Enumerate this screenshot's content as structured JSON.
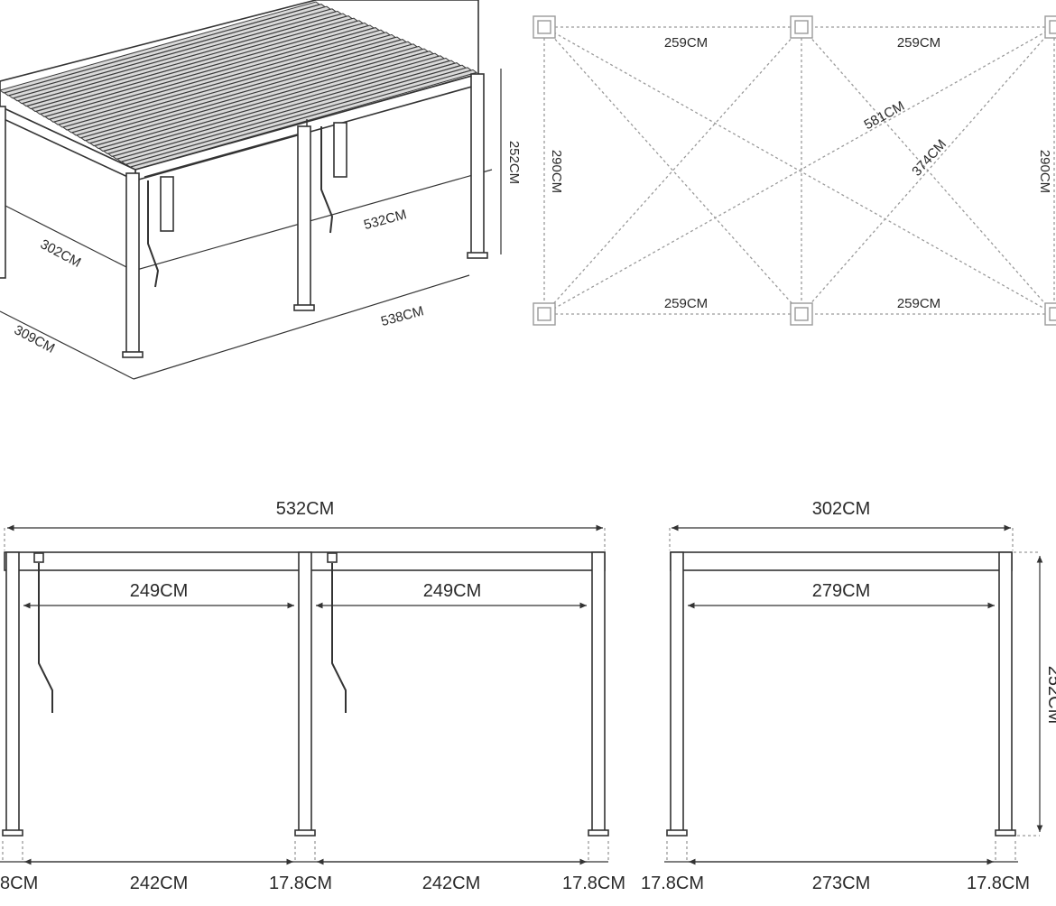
{
  "iso_view": {
    "height": "252CM",
    "inner_length": "532CM",
    "inner_width": "302CM",
    "outer_length": "538CM",
    "outer_width": "309CM"
  },
  "plan_view": {
    "top_left_span": "259CM",
    "top_right_span": "259CM",
    "bottom_left_span": "259CM",
    "bottom_right_span": "259CM",
    "left_depth": "290CM",
    "right_depth": "290CM",
    "full_diagonal": "581CM",
    "half_diagonal": "374CM"
  },
  "front_view": {
    "overall_width": "532CM",
    "left_inner_span": "249CM",
    "right_inner_span": "249CM",
    "bottom": {
      "post_1": "8CM",
      "gap_1": "242CM",
      "post_2": "17.8CM",
      "gap_2": "242CM",
      "post_3": "17.8CM"
    }
  },
  "side_view": {
    "overall_width": "302CM",
    "inner_span": "279CM",
    "height": "252CM",
    "bottom": {
      "post_left": "17.8CM",
      "gap": "273CM",
      "post_right": "17.8CM"
    }
  }
}
